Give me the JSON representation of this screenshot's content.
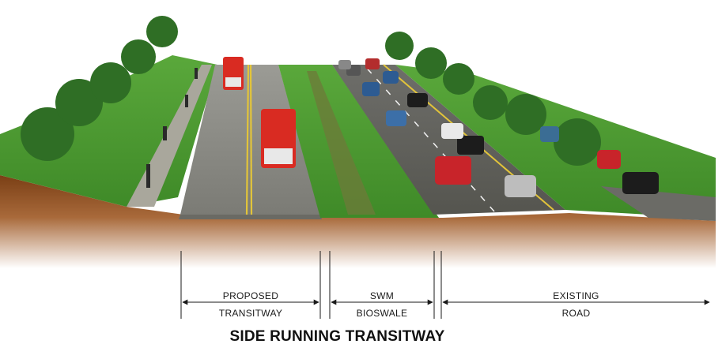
{
  "sections": [
    {
      "id": "transitway",
      "line1": "PROPOSED",
      "line2": "TRANSITWAY"
    },
    {
      "id": "bioswale",
      "line1": "SWM",
      "line2": "BIOSWALE"
    },
    {
      "id": "road",
      "line1": "EXISTING",
      "line2": "ROAD"
    }
  ],
  "title": "SIDE RUNNING TRANSITWAY",
  "colors": {
    "grass": "#4f9a34",
    "soil": "#8a4a1c",
    "pavement": "#8c8c86",
    "lane_stripe": "#e2c43a",
    "bus": "#d92b22",
    "tree": "#2f6e25",
    "ink": "#1a1a1a"
  }
}
